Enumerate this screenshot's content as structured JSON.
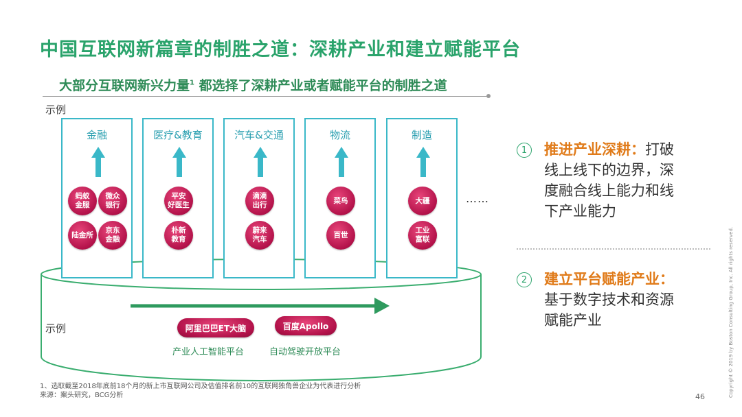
{
  "title": "中国互联网新篇章的制胜之道：深耕产业和建立赋能平台",
  "subtitle": {
    "text": "大部分互联网新兴力量",
    "sup": "1",
    "text2": " 都选择了深耕产业或者赋能平台的制胜之道"
  },
  "example_label_top": "示例",
  "example_label_bottom": "示例",
  "industries": [
    {
      "label": "金融",
      "companies": [
        "蚂蚁\n金服",
        "微众\n银行",
        "陆金所",
        "京东\n金融"
      ]
    },
    {
      "label": "医疗&教育",
      "companies": [
        "平安\n好医生",
        "朴新\n教育"
      ]
    },
    {
      "label": "汽车&交通",
      "companies": [
        "滴滴\n出行",
        "蔚来\n汽车"
      ]
    },
    {
      "label": "物流",
      "companies": [
        "菜鸟",
        "百世"
      ]
    },
    {
      "label": "制造",
      "companies": [
        "大疆",
        "工业\n富联"
      ]
    }
  ],
  "ellipsis": "……",
  "platforms": [
    {
      "name": "阿里巴巴ET大脑",
      "caption": "产业人工智能平台"
    },
    {
      "name": "百度Apollo",
      "caption": "自动驾驶开放平台"
    }
  ],
  "points": [
    {
      "num": "1",
      "highlight": "推进产业深耕：",
      "line1_rest": "打破",
      "lines": [
        "线上线下的边界，深",
        "度融合线上能力和线",
        "下产业能力"
      ]
    },
    {
      "num": "2",
      "highlight": "建立平台赋能产业：",
      "line1_rest": "",
      "lines": [
        "基于数字技术和资源",
        "赋能产业"
      ]
    }
  ],
  "footnote": {
    "line1": "1、选取截至2018年底前18个月的新上市互联网公司及估值排名前10的互联网独角兽企业为代表进行分析",
    "line2": "来源：案头研究，BCG分析"
  },
  "page_number": "46",
  "copyright": "Copyright © 2019 by Boston Consulting Group, Inc. All rights reserved.",
  "colors": {
    "title_green": "#2aa36b",
    "teal": "#3ab8c8",
    "magenta": "#b3124a",
    "orange": "#e07b1a"
  }
}
